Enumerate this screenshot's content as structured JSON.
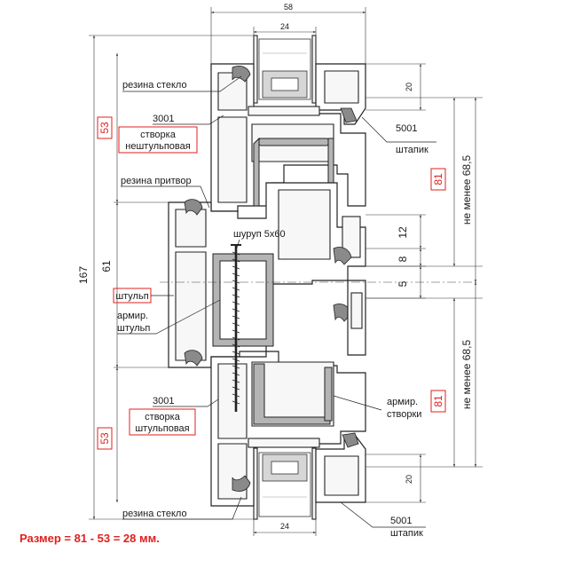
{
  "dimensions": {
    "top_total": "58",
    "top_glass": "24",
    "bottom_glass": "24",
    "right_20_top": "20",
    "right_20_bottom": "20",
    "right_12": "12",
    "right_8": "8",
    "right_5": "5",
    "left_167": "167",
    "left_61": "61",
    "left_53_top": "53",
    "left_53_bottom": "53",
    "right_81_top": "81",
    "right_81_bottom": "81",
    "not_less_top": "не менее 68,5",
    "not_less_bottom": "не менее 68,5"
  },
  "labels": {
    "gasket_glass_top": "резина стекло",
    "code_3001_top": "3001",
    "sash_non_mullion_line1": "створка",
    "sash_non_mullion_line2": "нештульповая",
    "gasket_closing": "резина притвор",
    "screw": "шуруп 5х60",
    "mullion": "штульп",
    "mullion_steel_line1": "армир.",
    "mullion_steel_line2": "штульп",
    "code_3001_bottom": "3001",
    "sash_mullion_line1": "створка",
    "sash_mullion_line2": "штульповая",
    "gasket_glass_bottom": "резина стекло",
    "code_5001_top": "5001",
    "bead_top": "штапик",
    "sash_steel_line1": "армир.",
    "sash_steel_line2": "створки",
    "code_5001_bottom": "5001",
    "bead_bottom": "штапик"
  },
  "formula": "Размер = 81 - 53 = 28 мм.",
  "colors": {
    "accent_red": "#e0201e",
    "steel_grey": "#b4b4b4",
    "gasket_grey": "#8a8a8a",
    "line": "#222222"
  }
}
